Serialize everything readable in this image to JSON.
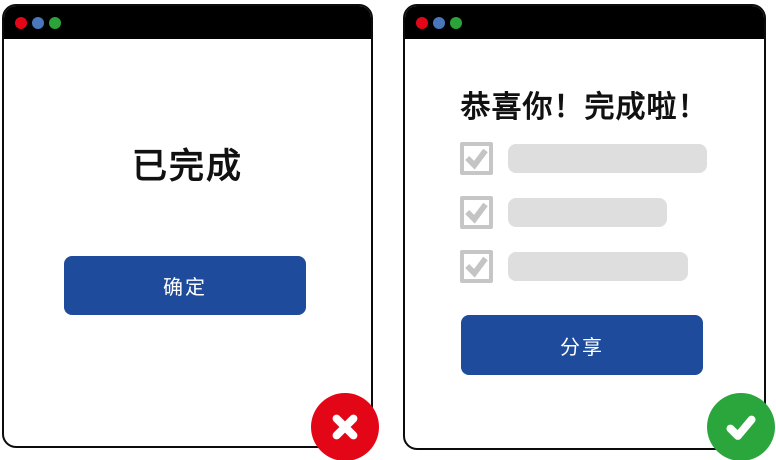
{
  "left_window": {
    "title": "已完成",
    "confirm_button_label": "确定",
    "status_badge": "x-mark"
  },
  "right_window": {
    "heading": "恭喜你！完成啦！",
    "checklist_count": 3,
    "share_button_label": "分享",
    "status_badge": "check-mark"
  },
  "colors": {
    "accent-blue": "#1e4b9b",
    "badge-red": "#e30617",
    "badge-green": "#2aa63c",
    "dot-red": "#e30617",
    "dot-blue": "#4a77bb",
    "dot-green": "#2ca338",
    "titlebar-black": "#000000",
    "placeholder-gray": "#dedede",
    "checkbox-gray": "#c6c6c6"
  }
}
